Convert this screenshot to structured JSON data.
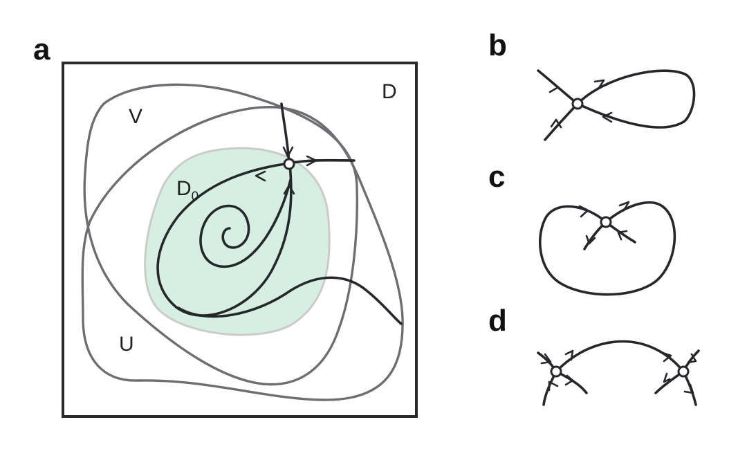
{
  "panels": {
    "a": {
      "letter": "a",
      "labels": {
        "D": "D",
        "V": "V",
        "U": "U",
        "D0_main": "D",
        "D0_sub": "0"
      }
    },
    "b": {
      "letter": "b"
    },
    "c": {
      "letter": "c"
    },
    "d": {
      "letter": "d"
    }
  },
  "colors": {
    "trajectory": "#25272b",
    "neighborhood_outline": "#6e6e72",
    "d0_fill": "#d7efe3",
    "d0_outline": "#c9ccc9",
    "box": "#2a2a2a"
  }
}
